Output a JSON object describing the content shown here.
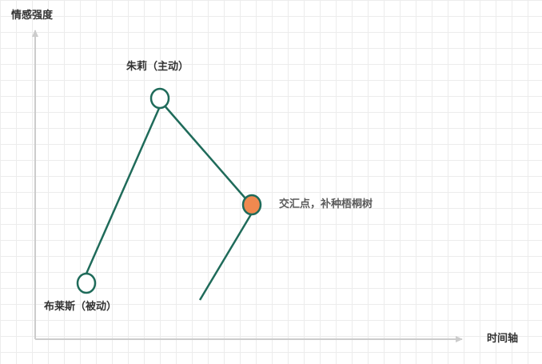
{
  "axes": {
    "y_label": "情感强度",
    "x_label": "时间轴",
    "axis_color": "#cccccc"
  },
  "nodes": {
    "zhuli": {
      "label": "朱莉（主动）"
    },
    "bulaisi": {
      "label": "布莱斯（被动）"
    },
    "meet": {
      "label": "交汇点，补种梧桐树"
    }
  },
  "colors": {
    "line": "#1f6b5a",
    "node_fill": "#ffffff",
    "meet_fill": "#f0894f"
  }
}
